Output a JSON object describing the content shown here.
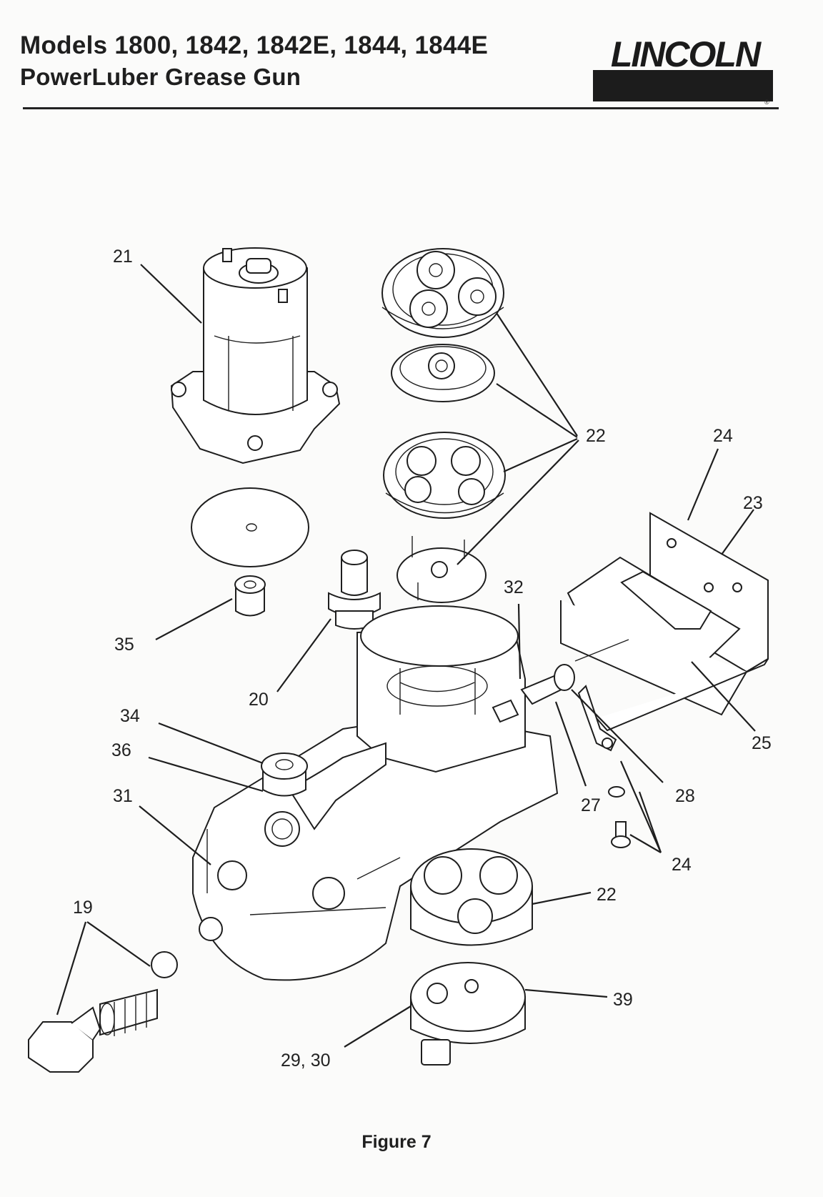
{
  "header": {
    "title_line1": "Models 1800, 1842, 1842E, 1844, 1844E",
    "title_line2": "PowerLuber Grease Gun"
  },
  "logo": {
    "text": "LINCOLN",
    "registered": "®"
  },
  "callouts": {
    "c21": "21",
    "c22a": "22",
    "c24a": "24",
    "c23": "23",
    "c32": "32",
    "c35": "35",
    "c20": "20",
    "c34": "34",
    "c36": "36",
    "c31": "31",
    "c25": "25",
    "c27": "27",
    "c28": "28",
    "c24b": "24",
    "c22b": "22",
    "c19": "19",
    "c39": "39",
    "c2930": "29, 30"
  },
  "caption": "Figure 7",
  "colors": {
    "ink": "#1e1e1e",
    "paper": "#fbfbfa"
  }
}
